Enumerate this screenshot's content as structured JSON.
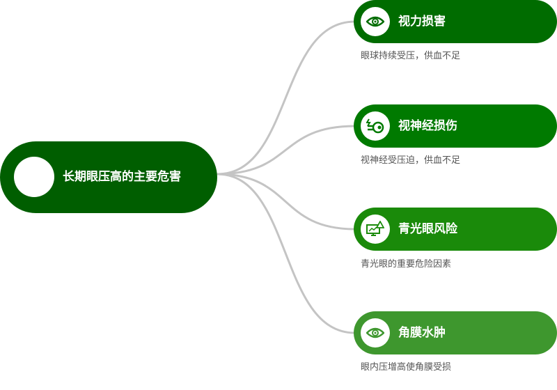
{
  "root": {
    "title": "长期眼压高的主要危害",
    "color": "#005e00"
  },
  "branches": [
    {
      "title": "视力损害",
      "desc": "眼球持续受压，供血不足",
      "icon": "eye-icon",
      "color": "#006c00"
    },
    {
      "title": "视神经损伤",
      "desc": "视神经受压迫，供血不足",
      "icon": "optic-nerve-icon",
      "color": "#007a00"
    },
    {
      "title": "青光眼风险",
      "desc": "青光眼的重要危险因素",
      "icon": "monitor-warning-icon",
      "color": "#1a8a0a"
    },
    {
      "title": "角膜水肿",
      "desc": "眼内压增高使角膜受损",
      "icon": "eye-icon",
      "color": "#3e972e"
    }
  ],
  "line_color": "#c4c4c4"
}
